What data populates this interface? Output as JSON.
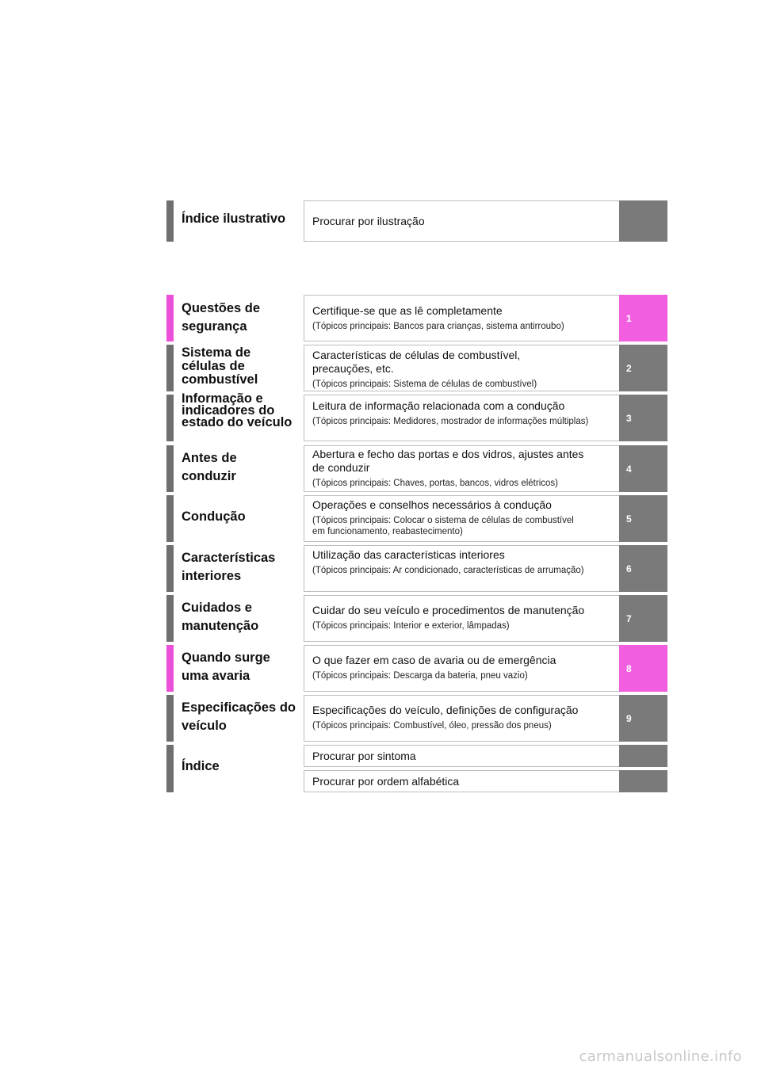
{
  "header": {
    "title": "Índice ilustrativo",
    "desc": "Procurar por ilustração"
  },
  "chapters": [
    {
      "title": "Questões de segurança",
      "desc": "Certifique-se que as lê completamente",
      "sub": "(Tópicos principais: Bancos para crianças, sistema antirroubo)",
      "num": "1",
      "accent": "#ec4fd9"
    },
    {
      "title": "Sistema de células de combustível",
      "desc": "Características de células de combustível, precauções, etc.",
      "sub": "(Tópicos principais: Sistema de células de combustível)",
      "num": "2",
      "accent": "#6f6f6f"
    },
    {
      "title": "Informação e indicadores do estado do veículo",
      "desc": "Leitura de informação relacionada com a condução",
      "sub": "(Tópicos principais: Medidores, mostrador de informações múltiplas)",
      "num": "3",
      "accent": "#6f6f6f"
    },
    {
      "title": "Antes de conduzir",
      "desc": "Abertura e fecho das portas e dos vidros, ajustes antes de conduzir",
      "sub": "(Tópicos principais: Chaves, portas, bancos, vidros elétricos)",
      "num": "4",
      "accent": "#6f6f6f"
    },
    {
      "title": "Condução",
      "desc": "Operações e conselhos necessários à condução",
      "sub": "(Tópicos principais: Colocar o sistema de células de combustível em funcionamento, reabastecimento)",
      "num": "5",
      "accent": "#6f6f6f"
    },
    {
      "title": "Características interiores",
      "desc": "Utilização das características interiores",
      "sub": "(Tópicos principais: Ar condicionado, características de arrumação)",
      "num": "6",
      "accent": "#6f6f6f"
    },
    {
      "title": "Cuidados e manutenção",
      "desc": "Cuidar do seu veículo e procedimentos de manutenção",
      "sub": "(Tópicos principais: Interior e exterior, lâmpadas)",
      "num": "7",
      "accent": "#6f6f6f"
    },
    {
      "title": "Quando surge uma avaria",
      "desc": "O que fazer em caso de avaria ou de emergência",
      "sub": "(Tópicos principais: Descarga da bateria, pneu vazio)",
      "num": "8",
      "accent": "#ec4fd9"
    },
    {
      "title": "Especificações do veículo",
      "desc": "Especificações do veículo, definições de configuração",
      "sub": "(Tópicos principais: Combustível, óleo, pressão dos pneus)",
      "num": "9",
      "accent": "#6f6f6f"
    }
  ],
  "index": {
    "title": "Índice",
    "items": [
      "Procurar por sintoma",
      "Procurar por ordem alfabética"
    ]
  },
  "watermark": "carmanualsonline.info"
}
